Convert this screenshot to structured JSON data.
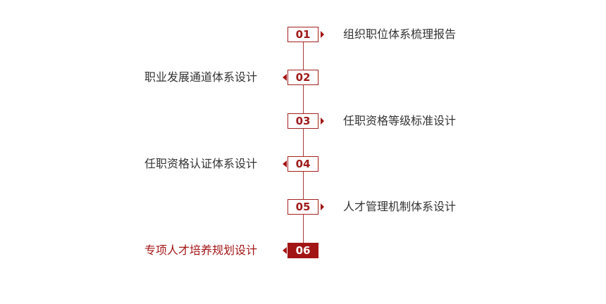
{
  "steps": [
    {
      "number": "01",
      "label": "组织职位体系梳理报告",
      "side": "right",
      "active": false
    },
    {
      "number": "02",
      "label": "职业发展通道体系设计",
      "side": "left",
      "active": false
    },
    {
      "number": "03",
      "label": "任职资格等级标准设计",
      "side": "right",
      "active": false
    },
    {
      "number": "04",
      "label": "任职资格认证体系设计",
      "side": "left",
      "active": false
    },
    {
      "number": "05",
      "label": "人才管理机制体系设计",
      "side": "right",
      "active": false
    },
    {
      "number": "06",
      "label": "专项人才培养规划设计",
      "side": "left",
      "active": true
    }
  ],
  "colors": {
    "accent": "#a31515",
    "text": "#333333",
    "background": "#ffffff"
  }
}
